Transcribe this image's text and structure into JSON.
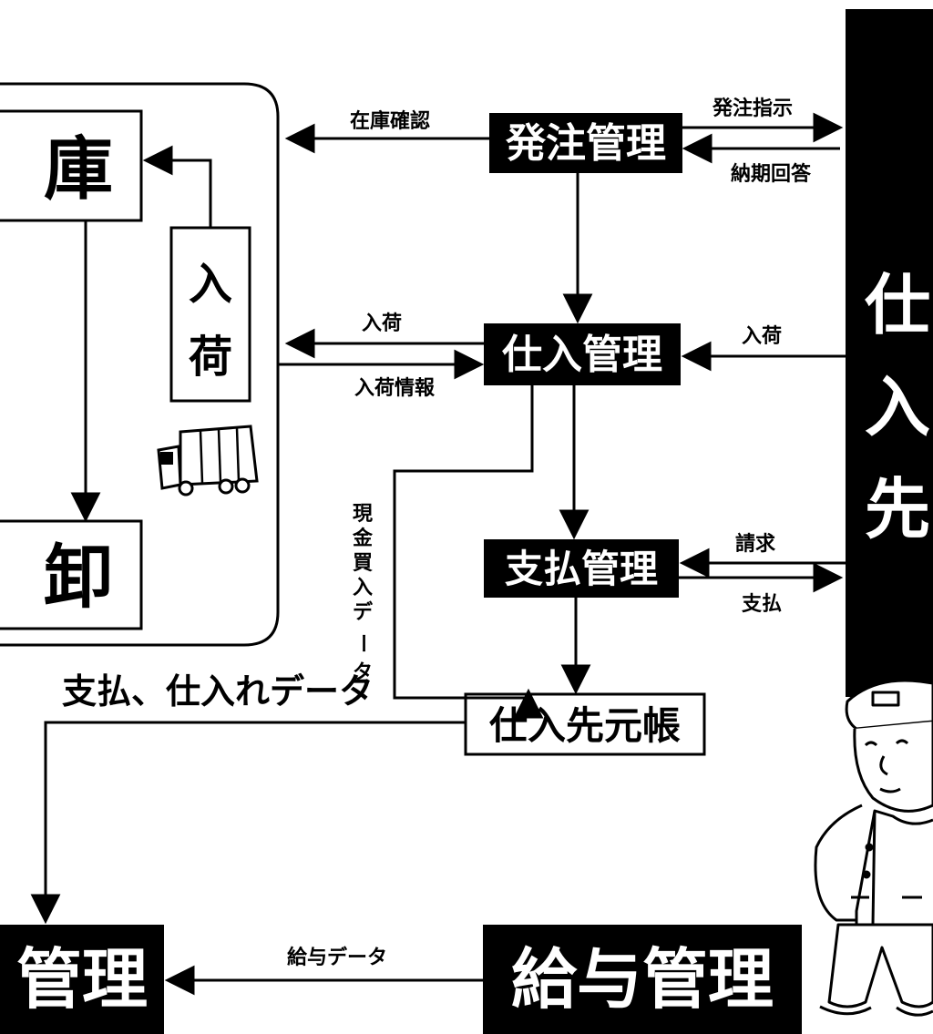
{
  "diagram": {
    "nodes": {
      "order_mgmt": "発注管理",
      "purchase_mgmt": "仕入管理",
      "payment_mgmt": "支払管理",
      "supplier_ledger": "仕入先元帳",
      "payroll_mgmt": "給与管理",
      "management": "管理",
      "warehouse": "庫",
      "wholesale": "卸",
      "arrival": [
        "入",
        "荷"
      ],
      "supplier": [
        "仕",
        "入",
        "先"
      ]
    },
    "edges": {
      "stock_check": "在庫確認",
      "order_instruction": "発注指示",
      "delivery_answer": "納期回答",
      "arrival_left": "入荷",
      "arrival_info": "入荷情報",
      "arrival_right": "入荷",
      "billing": "請求",
      "payment": "支払",
      "cash_purchase_data": [
        "現",
        "金",
        "買",
        "入",
        "デ",
        "ー",
        "タ"
      ],
      "payment_purchase_data": "支払、仕入れデータ",
      "salary_data": "給与データ"
    }
  },
  "colors": {
    "ink": "#000000",
    "paper": "#ffffff"
  },
  "icons": {
    "truck": "truck-icon",
    "worker": "worker-illustration"
  }
}
